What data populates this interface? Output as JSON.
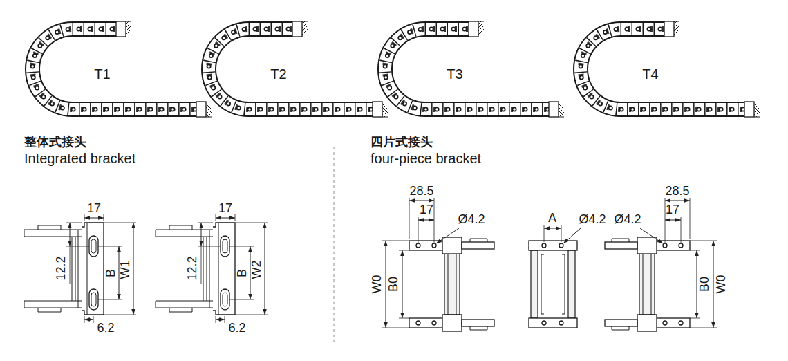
{
  "diagram": {
    "labels": [
      "T1",
      "T2",
      "T3",
      "T4",
      "整体式接头",
      "Integrated bracket",
      "四片式接头",
      "four-piece bracket",
      "17",
      "12.2",
      "B",
      "W1",
      "6.2",
      "17",
      "12.2",
      "B",
      "W2",
      "6.2",
      "28.5",
      "17",
      "Ø4.2",
      "W0",
      "B0",
      "A",
      "Ø4.2",
      "Ø4.2",
      "28.5",
      "17",
      "B0",
      "W0"
    ]
  }
}
